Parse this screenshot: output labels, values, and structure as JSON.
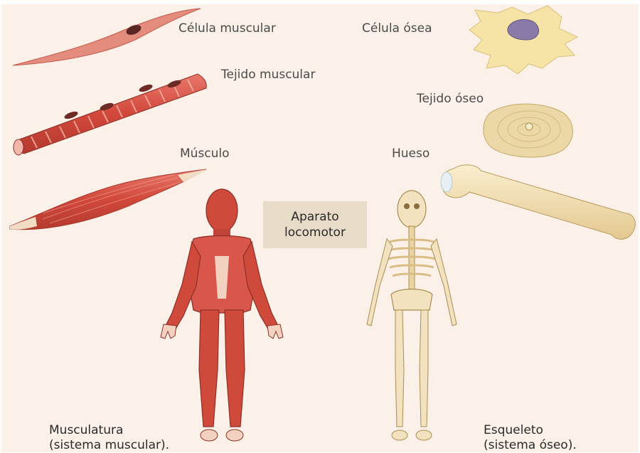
{
  "labels": {
    "muscle_cell": "Célula muscular",
    "bone_cell": "Célula ósea",
    "muscle_tissue": "Tejido muscular",
    "bone_tissue": "Tejido óseo",
    "muscle": "Músculo",
    "bone": "Hueso"
  },
  "center": {
    "line1": "Aparato",
    "line2": "locomotor"
  },
  "captions": {
    "muscular_line1": "Musculatura",
    "muscular_line2": "(sistema muscular).",
    "skeletal_line1": "Esqueleto",
    "skeletal_line2": "(sistema óseo)."
  },
  "colors": {
    "background": "#fbf1e8",
    "muscle_red": "#d9574a",
    "muscle_dark": "#b53a2e",
    "bone_cream": "#f3dfb1",
    "bone_cell": "#f6e3a6",
    "nucleus": "#8a7aa8",
    "center_box": "#e8dcc8"
  }
}
